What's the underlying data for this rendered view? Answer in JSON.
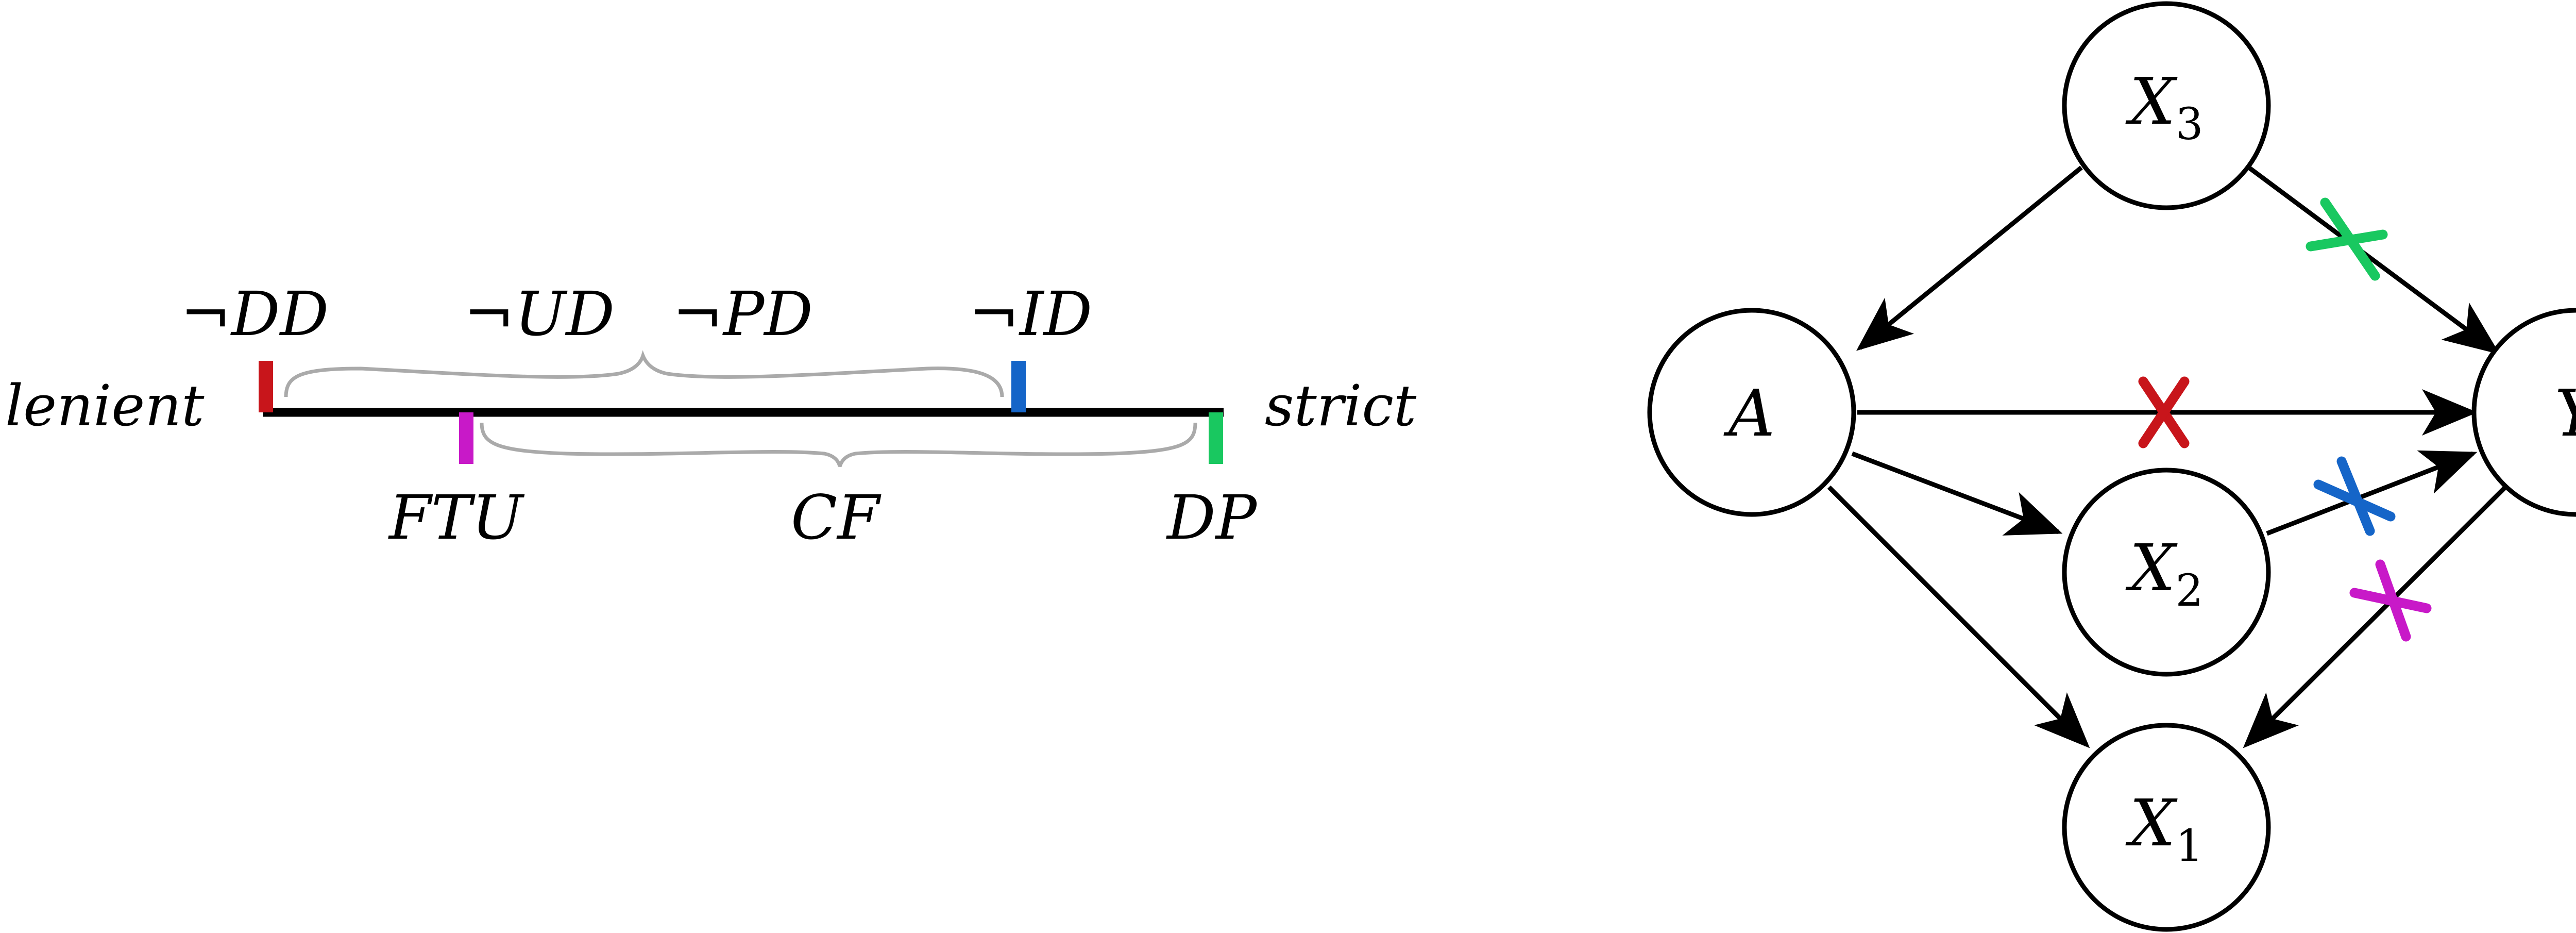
{
  "scale": {
    "left_end_label": "lenient",
    "right_end_label": "strict",
    "markers_above": [
      {
        "id": "ndd",
        "label": "¬DD",
        "color": "#c8151b"
      },
      {
        "id": "nid",
        "label": "¬ID",
        "color": "#1565c8"
      }
    ],
    "markers_below": [
      {
        "id": "ftu",
        "label": "FTU",
        "color": "#c819c8"
      },
      {
        "id": "dp",
        "label": "DP",
        "color": "#19c860"
      }
    ],
    "brace_labels_above": [
      "¬UD",
      "¬PD"
    ],
    "brace_label_below": "CF"
  },
  "graph": {
    "nodes": [
      {
        "id": "X3",
        "base": "X",
        "sub": "3"
      },
      {
        "id": "A",
        "base": "A",
        "sub": ""
      },
      {
        "id": "Y",
        "base": "Y",
        "sub": ""
      },
      {
        "id": "X2",
        "base": "X",
        "sub": "2"
      },
      {
        "id": "X1",
        "base": "X",
        "sub": "1"
      }
    ],
    "edges": [
      {
        "from": "X3",
        "to": "A",
        "blocked": false
      },
      {
        "from": "X3",
        "to": "Y",
        "blocked": true,
        "cross_color": "#19c860"
      },
      {
        "from": "A",
        "to": "Y",
        "blocked": true,
        "cross_color": "#c8151b"
      },
      {
        "from": "A",
        "to": "X2",
        "blocked": false
      },
      {
        "from": "X2",
        "to": "Y",
        "blocked": true,
        "cross_color": "#1565c8"
      },
      {
        "from": "A",
        "to": "X1",
        "blocked": false
      },
      {
        "from": "Y",
        "to": "X1",
        "blocked": true,
        "cross_color": "#c819c8"
      }
    ]
  }
}
